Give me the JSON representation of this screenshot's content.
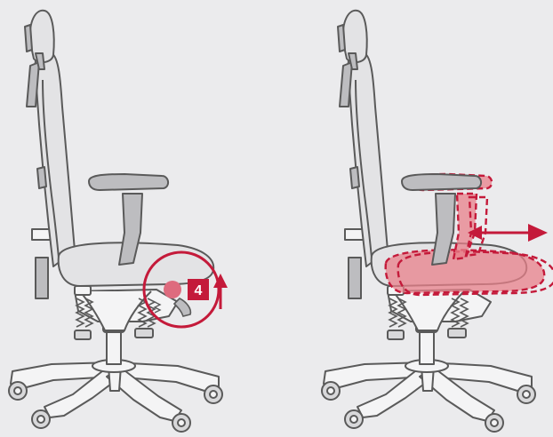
{
  "figure": {
    "step_number": "4",
    "panels": [
      {
        "id": "before",
        "description_icon": "office-chair-icon"
      },
      {
        "id": "after",
        "description_icon": "office-chair-icon"
      }
    ],
    "colors": {
      "background": "#ebebed",
      "outline": "#5a5a5a",
      "chair_fill": "#e3e3e5",
      "chair_light": "#f0f0f1",
      "accent": "#c41a3a",
      "accent_fill": "#e8808a",
      "accent_dot": "#de6b7e"
    }
  }
}
